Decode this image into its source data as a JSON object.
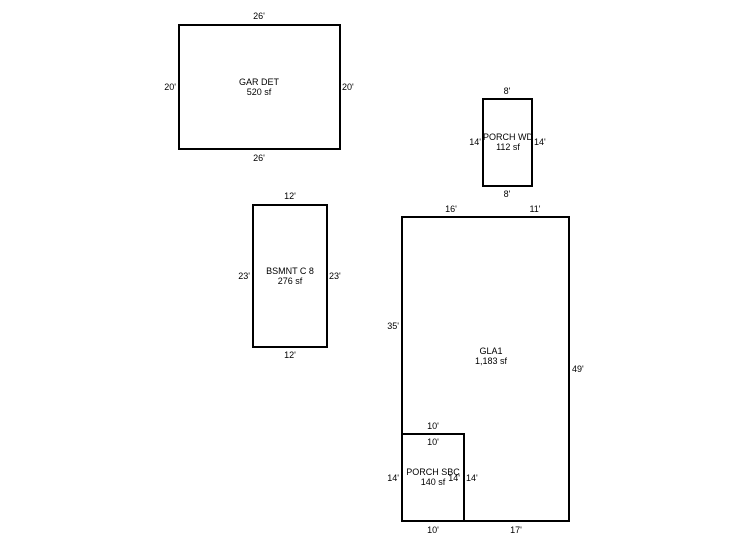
{
  "rooms": [
    {
      "id": "gar-det",
      "name": "GAR DET",
      "area": "520 sf",
      "dims": {
        "top": "26'",
        "bottom": "26'",
        "left": "20'",
        "right": "20'"
      }
    },
    {
      "id": "porch-wd",
      "name": "PORCH WD",
      "area": "112 sf",
      "dims": {
        "top": "8'",
        "bottom": "8'",
        "left": "14'",
        "right": "14'"
      }
    },
    {
      "id": "bsmnt-c8",
      "name": "BSMNT C 8",
      "area": "276 sf",
      "dims": {
        "top": "12'",
        "bottom": "12'",
        "left": "23'",
        "right": "23'"
      }
    },
    {
      "id": "gla1",
      "name": "GLA1",
      "area": "1,183 sf",
      "dims": {
        "top_left": "16'",
        "top_right": "11'",
        "left": "35'",
        "right": "49'",
        "bottom_right": "17'"
      }
    },
    {
      "id": "porch-sbc",
      "name": "PORCH SBC",
      "area": "140 sf",
      "dims": {
        "top_outer": "10'",
        "top_inner": "10'",
        "bottom": "10'",
        "left": "14'",
        "right": "14'"
      }
    }
  ]
}
